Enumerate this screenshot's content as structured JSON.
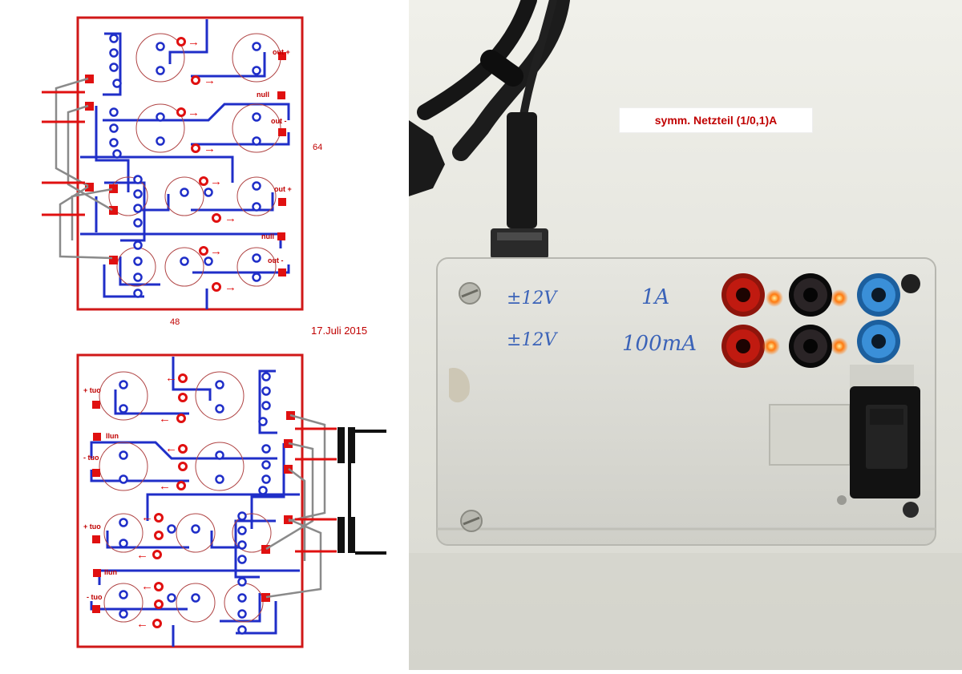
{
  "pcb": {
    "dimension_width": "48",
    "dimension_height": "64",
    "date": "17.Juli 2015",
    "pad_labels_top": [
      "out +",
      "null",
      "out -",
      "out +",
      "null",
      "out -"
    ],
    "pad_labels_bottom": [
      "+ tuo",
      "llun",
      "- tuo",
      "+ tuo",
      "llun",
      "- tuo"
    ],
    "arrow_symbol": "→",
    "arrow_symbol_mirrored": "←"
  },
  "photo": {
    "caption": "symm. Netzteil (1/0,1)A",
    "voltage_row1": "±12V",
    "voltage_row2": "±12V",
    "current_row1": "1A",
    "current_row2": "100mA"
  },
  "colors": {
    "trace": "#1f2ec8",
    "pad": "#e01010",
    "border": "#d01818",
    "wire": "#8a8a8a",
    "enclosure": "#dcdcd6",
    "jack_red": "#c01a10",
    "jack_black": "#1a1a1a",
    "jack_blue": "#3a8fd8"
  }
}
